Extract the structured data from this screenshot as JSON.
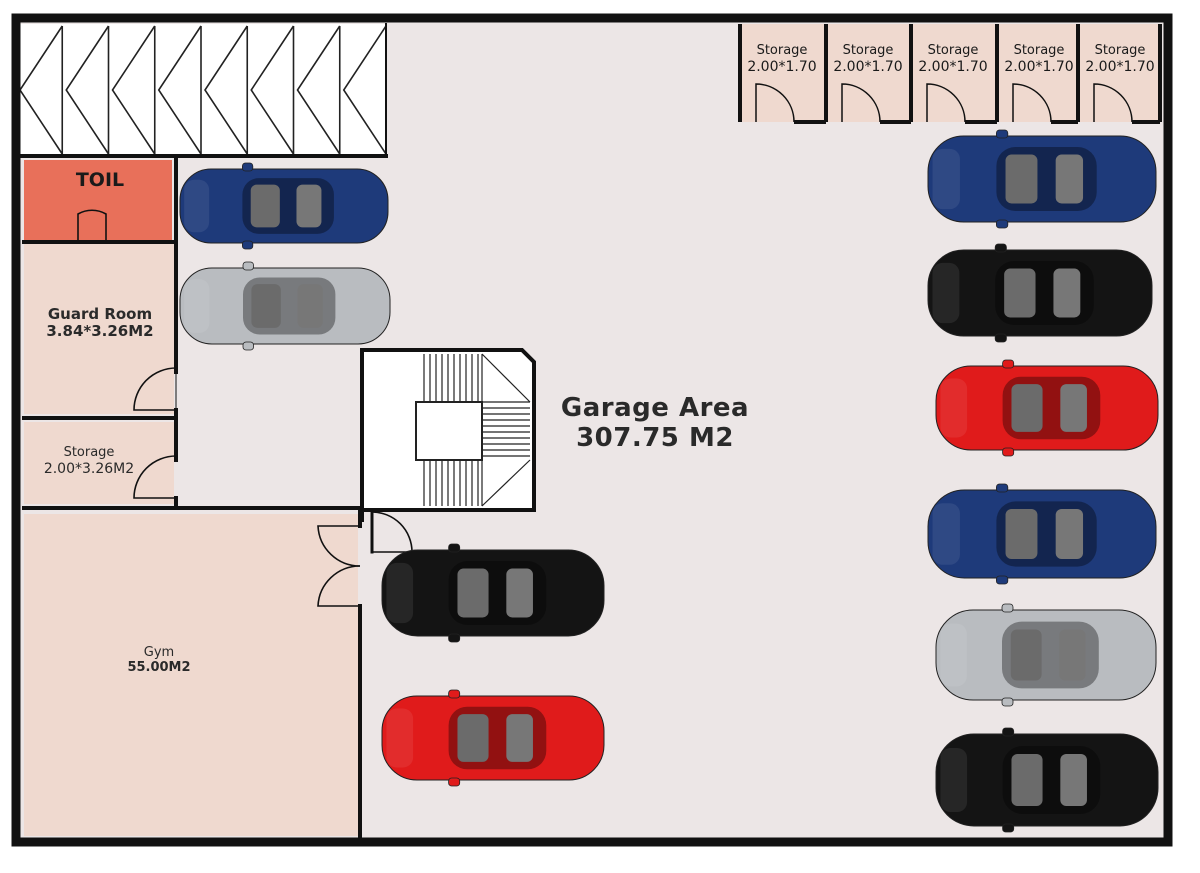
{
  "labels": {
    "toil": "TOIL",
    "guard_room": {
      "name": "Guard Room",
      "dim": "3.84*3.26M2"
    },
    "storage_left": {
      "name": "Storage",
      "dim": "2.00*3.26M2"
    },
    "gym": {
      "name": "Gym",
      "dim": "55.00M2"
    },
    "garage": {
      "name": "Garage Area",
      "dim": "307.75 M2"
    },
    "storage_units": [
      {
        "name": "Storage",
        "dim": "2.00*1.70"
      },
      {
        "name": "Storage",
        "dim": "2.00*1.70"
      },
      {
        "name": "Storage",
        "dim": "2.00*1.70"
      },
      {
        "name": "Storage",
        "dim": "2.00*1.70"
      },
      {
        "name": "Storage",
        "dim": "2.00*1.70"
      }
    ]
  },
  "cars": [
    {
      "id": "car-left-1",
      "color": "#1e3a7a"
    },
    {
      "id": "car-left-2",
      "color": "#b9bcc0"
    },
    {
      "id": "car-left-3",
      "color": "#141414"
    },
    {
      "id": "car-left-4",
      "color": "#e01b1b"
    },
    {
      "id": "car-right-1",
      "color": "#1e3a7a"
    },
    {
      "id": "car-right-2",
      "color": "#141414"
    },
    {
      "id": "car-right-3",
      "color": "#e01b1b"
    },
    {
      "id": "car-right-4",
      "color": "#1e3a7a"
    },
    {
      "id": "car-right-5",
      "color": "#b9bcc0"
    },
    {
      "id": "car-right-6",
      "color": "#141414"
    }
  ],
  "colors": {
    "floor": "#ece6e6",
    "rooms": "#efd9cf",
    "toilet": "#e8705a",
    "walls": "#111111"
  }
}
